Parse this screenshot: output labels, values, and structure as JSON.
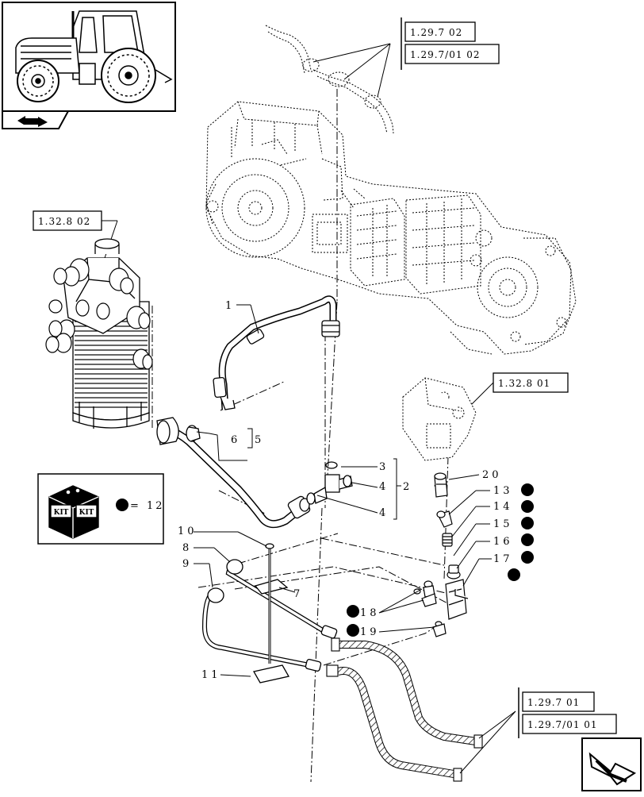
{
  "refs": {
    "top_a": "1.29.7 02",
    "top_b": "1.29.7/01 02",
    "left": "1.32.8 02",
    "right_mid": "1.32.8 01",
    "bottom_a": "1.29.7 01",
    "bottom_b": "1.29.7/01 01"
  },
  "callouts": {
    "n1": "1",
    "n2": "2",
    "n3": "3",
    "n4a": "4",
    "n4b": "4",
    "n5": "5",
    "n6": "6",
    "n7": "7",
    "n8": "8",
    "n9": "9",
    "n10": "10",
    "n11": "11",
    "n13": "13",
    "n14": "14",
    "n15": "15",
    "n16": "16",
    "n17": "17",
    "n18": "18",
    "n19": "19",
    "n20": "20"
  },
  "kit": {
    "icon_text_a": "KIT",
    "icon_text_b": "KIT",
    "legend": "= 12"
  },
  "icons": {
    "thumbnail": "tractor-icon",
    "nav_prev": "back-arrow-icon",
    "nav_next": "next-arrow-icon",
    "kit_marker": "filled-dot-icon"
  },
  "colors": {
    "ink": "#000000",
    "paper": "#ffffff"
  }
}
